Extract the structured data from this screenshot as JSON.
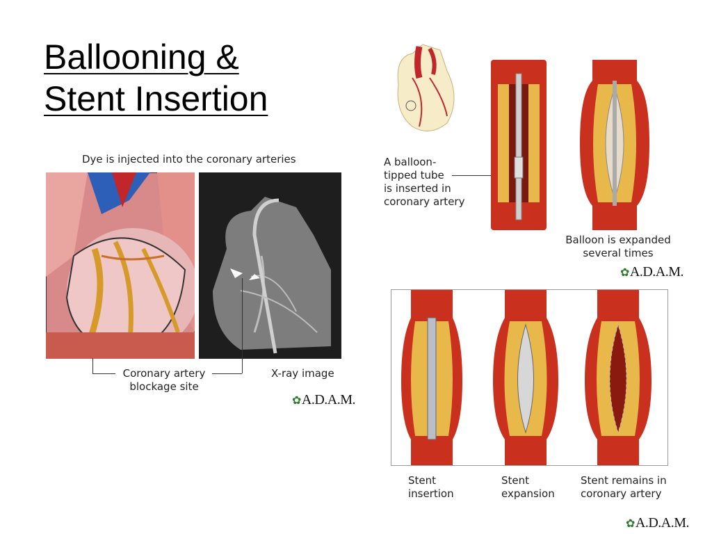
{
  "slide": {
    "title_line1": "Ballooning &",
    "title_line2": "Stent Insertion"
  },
  "angiogram_panel": {
    "caption_top": "Dye is injected into the coronary arteries",
    "blockage_label_line1": "Coronary artery",
    "blockage_label_line2": "blockage site",
    "xray_label": "X-ray image",
    "logo": "A.D.A.M."
  },
  "balloon_panel": {
    "tube_label_line1": "A balloon-",
    "tube_label_line2": "tipped tube",
    "tube_label_line3": "is inserted in",
    "tube_label_line4": "coronary artery",
    "expanded_label_line1": "Balloon is expanded",
    "expanded_label_line2": "several times",
    "logo": "A.D.A.M."
  },
  "stent_panel": {
    "insertion_line1": "Stent",
    "insertion_line2": "insertion",
    "expansion_line1": "Stent",
    "expansion_line2": "expansion",
    "remains_line1": "Stent remains in",
    "remains_line2": "coronary artery",
    "logo": "A.D.A.M."
  },
  "colors": {
    "artery_red": "#c9301e",
    "artery_dark": "#8a1a10",
    "plaque_yellow": "#e8b94a",
    "xray_gray": "#4a4a4a",
    "logo_leaf": "#2a7a2a"
  }
}
